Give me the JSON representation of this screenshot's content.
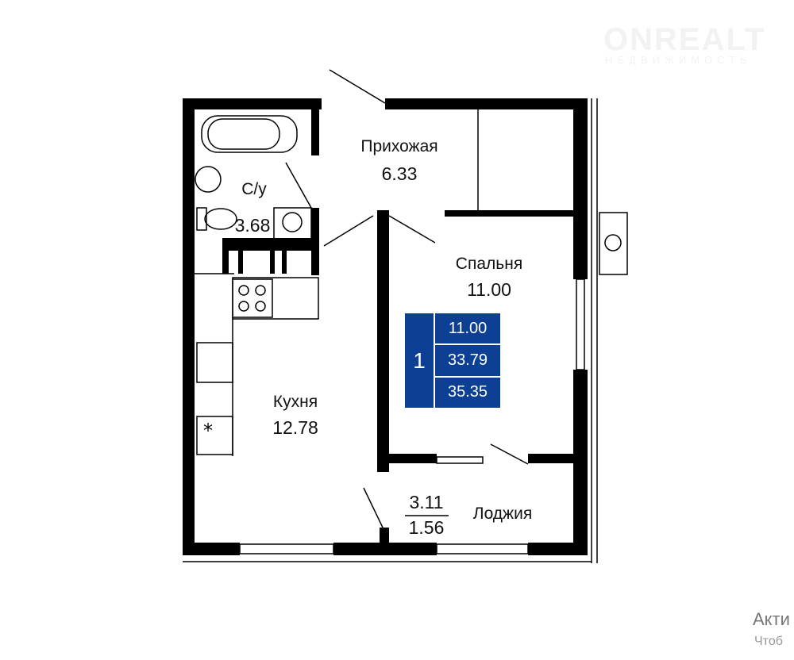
{
  "watermark": {
    "brand": "ONREALT",
    "tagline": "НЕДВИЖИМОСТЬ"
  },
  "rooms": [
    {
      "name": "Прихожая",
      "area": "6.33"
    },
    {
      "name": "С/у",
      "area": "3.68"
    },
    {
      "name": "Спальня",
      "area": "11.00"
    },
    {
      "name": "Кухня",
      "area": "12.78"
    },
    {
      "name": "Лоджия",
      "area_full": "3.11",
      "area_reduced": "1.56"
    }
  ],
  "summary": {
    "room_count": "1",
    "living_area": "11.00",
    "total_area": "33.79",
    "total_with_loggia": "35.35",
    "color": "#0d3f94"
  },
  "activation": {
    "line1": "Акти",
    "line2": "Чтоб"
  }
}
